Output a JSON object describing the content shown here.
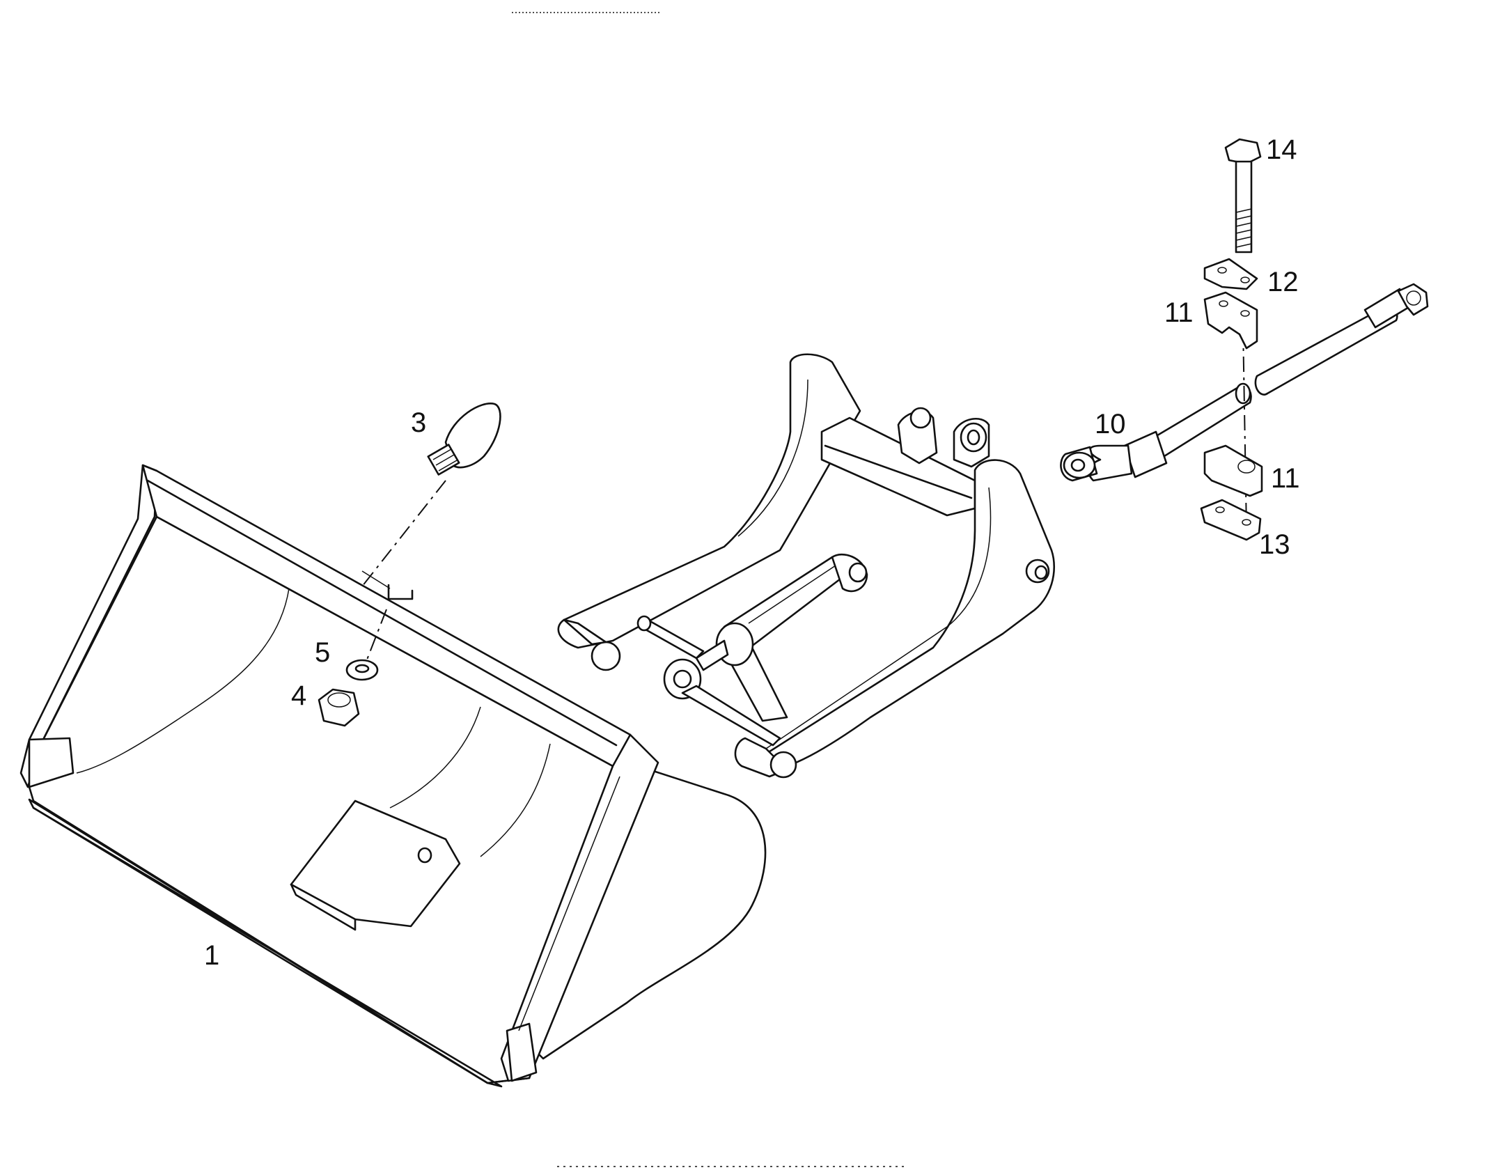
{
  "diagram": {
    "callouts": {
      "c1": "1",
      "c3": "3",
      "c4": "4",
      "c5": "5",
      "c10": "10",
      "c11a": "11",
      "c11b": "11",
      "c12": "12",
      "c13": "13",
      "c14": "14"
    },
    "line_color": "#111111",
    "background": "#ffffff"
  }
}
